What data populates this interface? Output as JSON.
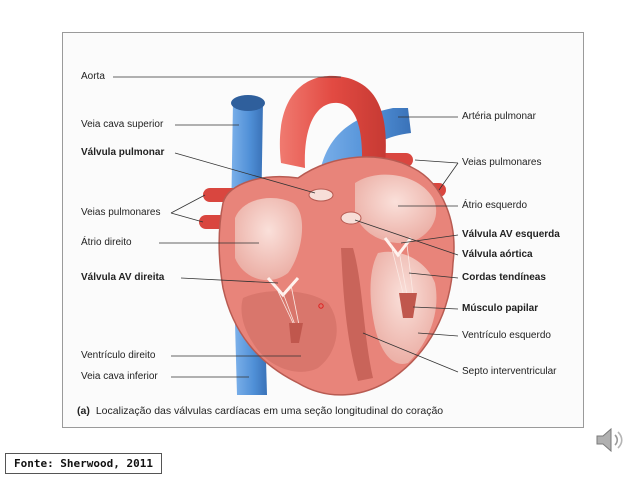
{
  "figure": {
    "caption_tag": "(a)",
    "caption_text": "Localização das válvulas cardíacas em uma seção longitudinal do coração",
    "labels_left": {
      "aorta": "Aorta",
      "veia_cava_superior": "Veia cava superior",
      "valvula_pulmonar": "Válvula pulmonar",
      "veias_pulmonares": "Veias pulmonares",
      "atrio_direito": "Átrio direito",
      "valvula_av_direita": "Válvula AV direita",
      "ventriculo_direito": "Ventrículo direito",
      "veia_cava_inferior": "Veia cava inferior"
    },
    "labels_right": {
      "arteria_pulmonar": "Artéria pulmonar",
      "veias_pulmonares": "Veias pulmonares",
      "atrio_esquerdo": "Átrio esquerdo",
      "valvula_av_esquerda": "Válvula AV esquerda",
      "valvula_aortica": "Válvula aórtica",
      "cordas_tendineas": "Cordas tendíneas",
      "musculo_papilar": "Músculo papilar",
      "ventriculo_esquerdo": "Ventrículo esquerdo",
      "septo_interventricular": "Septo interventricular"
    },
    "bold_labels": [
      "Válvula pulmonar",
      "Válvula AV direita",
      "Válvula AV esquerda",
      "Válvula aórtica",
      "Cordas tendíneas",
      "Músculo papilar"
    ]
  },
  "source": {
    "text": "Fonte: Sherwood, 2011"
  },
  "colors": {
    "vein": "#4f8fd6",
    "artery": "#e2504a",
    "muscle": "#e8847a",
    "chamber": "#f3c3bb"
  },
  "icons": {
    "audio": "speaker-icon"
  }
}
